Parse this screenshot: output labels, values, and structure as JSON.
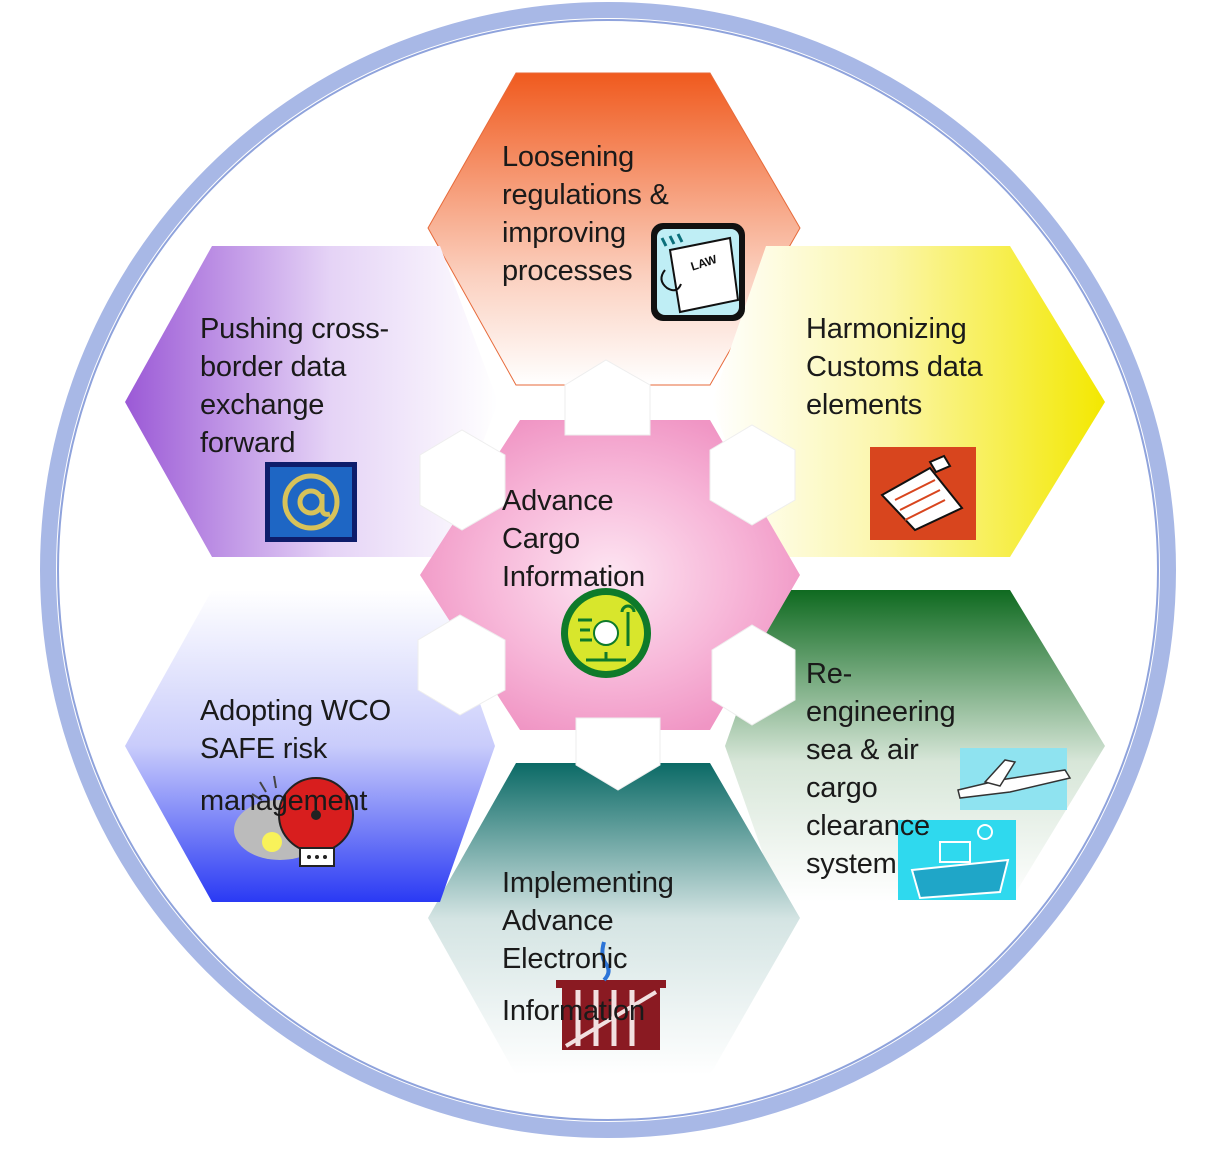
{
  "center": {
    "label": "Advance\nCargo\nInformation",
    "fill": "#f6a3cf",
    "icon": "customs-emblem-icon"
  },
  "segments": [
    {
      "id": "top",
      "label": "Loosening\nregulations &\nimproving\nprocesses",
      "color": "#f05a1e",
      "icon": "law-scroll-icon"
    },
    {
      "id": "upper-right",
      "label": "Harmonizing\nCustoms data\nelements",
      "color": "#f7ee12",
      "icon": "clipboard-document-icon"
    },
    {
      "id": "lower-right",
      "label": "Re-\nengineering\nsea & air\ncargo\nclearance\nsystem",
      "color": "#117a2a",
      "icon": "airplane-ship-icon"
    },
    {
      "id": "bottom",
      "label": "Implementing\nAdvance\nElectronic\nInformation",
      "color": "#0e6f6b",
      "icon": "cargo-crate-icon"
    },
    {
      "id": "lower-left",
      "label": "Adopting WCO\nSAFE risk\nmanagement",
      "color": "#2f3ff2",
      "icon": "alarm-bell-icon"
    },
    {
      "id": "upper-left",
      "label": "Pushing cross-\nborder data\nexchange\nforward",
      "color": "#9b5bd6",
      "icon": "at-sign-icon"
    }
  ],
  "ring_color": "#a8b8e6"
}
